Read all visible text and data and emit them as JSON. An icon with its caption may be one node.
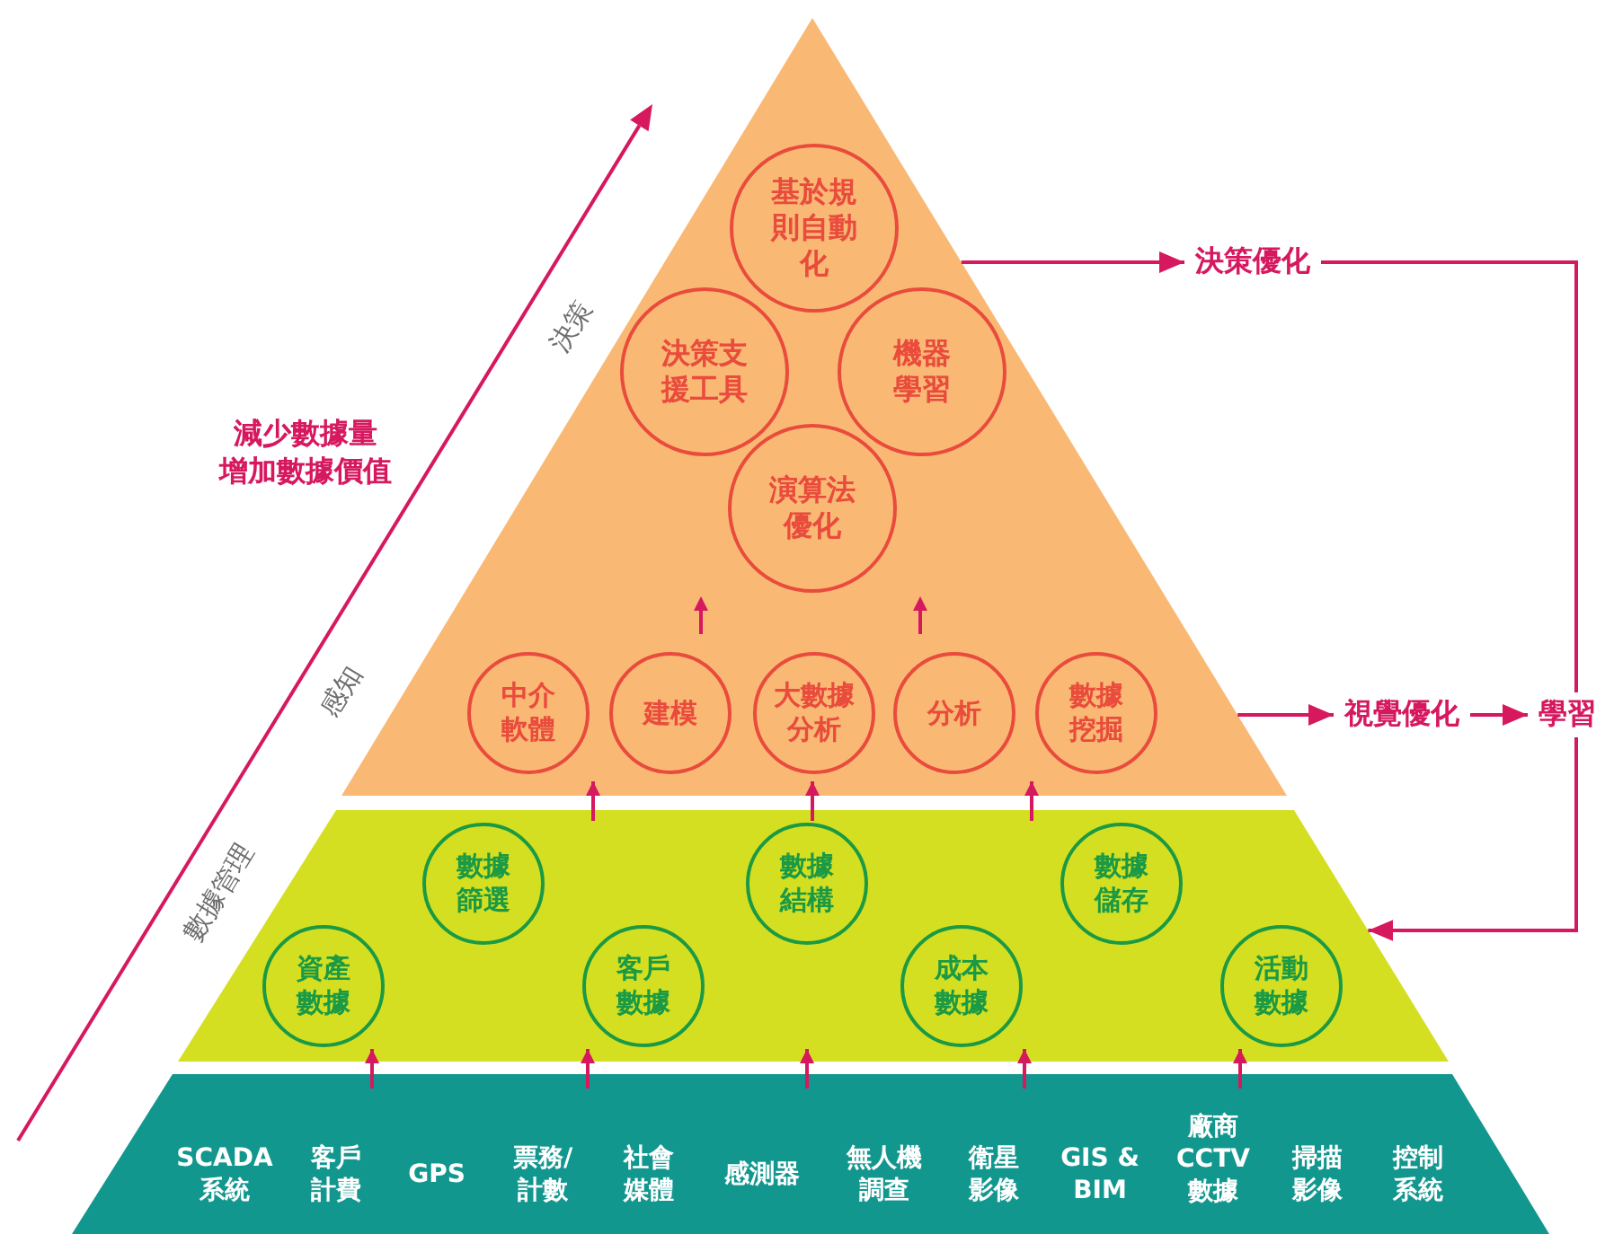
{
  "diagram": {
    "nodes": [
      {
        "text": [],
        "shape": "triangle"
      },
      {
        "text": [
          "基於規則自動化"
        ],
        "in": 0
      },
      {
        "text": [
          "決策支援工具"
        ],
        "in": 0
      },
      {
        "text": [
          "機器學習"
        ],
        "in": 0
      },
      {
        "text": [
          "演算法優化"
        ],
        "in": 0
      },
      {
        "text": [
          "中介軟體"
        ],
        "in": 0
      },
      {
        "text": [
          "建模"
        ],
        "in": 0
      },
      {
        "text": [
          "大數據分析"
        ],
        "in": 0
      },
      {
        "text": [
          "分析"
        ],
        "in": 0
      },
      {
        "text": [
          "數據挖掘"
        ],
        "in": 0
      },
      {
        "text": [],
        "shape": "trapezoid"
      },
      {
        "text": [
          "數據篩選"
        ],
        "in": 10
      },
      {
        "text": [
          "數據結構"
        ],
        "in": 10
      },
      {
        "text": [
          "數據儲存"
        ],
        "in": 10
      },
      {
        "text": [
          "資產數據"
        ],
        "in": 10
      },
      {
        "text": [
          "客戶數據"
        ],
        "in": 10
      },
      {
        "text": [
          "成本數據"
        ],
        "in": 10
      },
      {
        "text": [
          "活動數據"
        ],
        "in": 10
      },
      {
        "text": [
          "SCADA系統",
          "客戶計費",
          "GPS",
          "票務/計數",
          "社會媒體",
          "感測器",
          "無人機調查",
          "衛星影像",
          "GIS & BIM",
          "廠商CCTV數據",
          "掃描影像",
          "控制系統"
        ]
      },
      {
        "text": [
          "決策優化"
        ]
      },
      {
        "text": [
          "視覺優化"
        ]
      },
      {
        "text": [
          "學習"
        ]
      }
    ],
    "edges": [
      {
        "from": 18,
        "to": 10,
        "arrow": "to"
      },
      {
        "from": 18,
        "to": 10,
        "arrow": "to"
      },
      {
        "from": 18,
        "to": 10,
        "arrow": "to"
      },
      {
        "from": 18,
        "to": 10,
        "arrow": "to"
      },
      {
        "from": 18,
        "to": 10,
        "arrow": "to"
      },
      {
        "from": 10,
        "to": 0,
        "arrow": "to"
      },
      {
        "from": 10,
        "to": 0,
        "arrow": "to"
      },
      {
        "from": 10,
        "to": 0,
        "arrow": "to"
      },
      {
        "from": 0,
        "to": 19,
        "arrow": "to"
      },
      {
        "from": 19,
        "to": 21,
        "arrow": "none"
      },
      {
        "from": 21,
        "to": 10,
        "arrow": "to"
      },
      {
        "from": 0,
        "to": 20,
        "arrow": "to"
      },
      {
        "from": 20,
        "to": 21,
        "arrow": "to"
      }
    ],
    "labels": [
      "決策",
      "減少數據量",
      "增加數據價值",
      "感知",
      "數據管理"
    ]
  }
}
